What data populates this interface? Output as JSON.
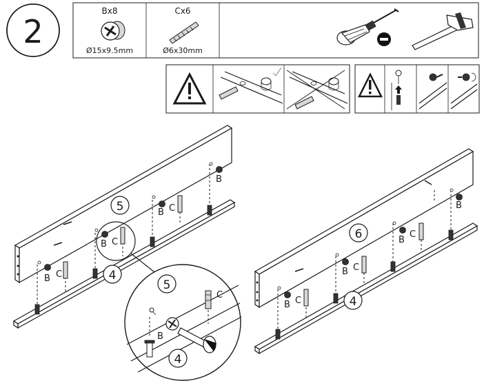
{
  "step": {
    "number": "2"
  },
  "parts": [
    {
      "code": "Bx8",
      "size": "Ø15x9.5mm",
      "icon": "cam-lock-icon"
    },
    {
      "code": "Cx6",
      "size": "Ø6x30mm",
      "icon": "dowel-icon"
    }
  ],
  "tools": [
    {
      "name": "screwdriver-icon"
    },
    {
      "name": "minus-sign-icon"
    },
    {
      "name": "hammer-icon"
    }
  ],
  "labels": {
    "board_left": "5",
    "board_right": "6",
    "rail_left": "4",
    "rail_right": "4",
    "zoom_board": "5",
    "zoom_rail": "4",
    "b": "B",
    "c": "C"
  }
}
